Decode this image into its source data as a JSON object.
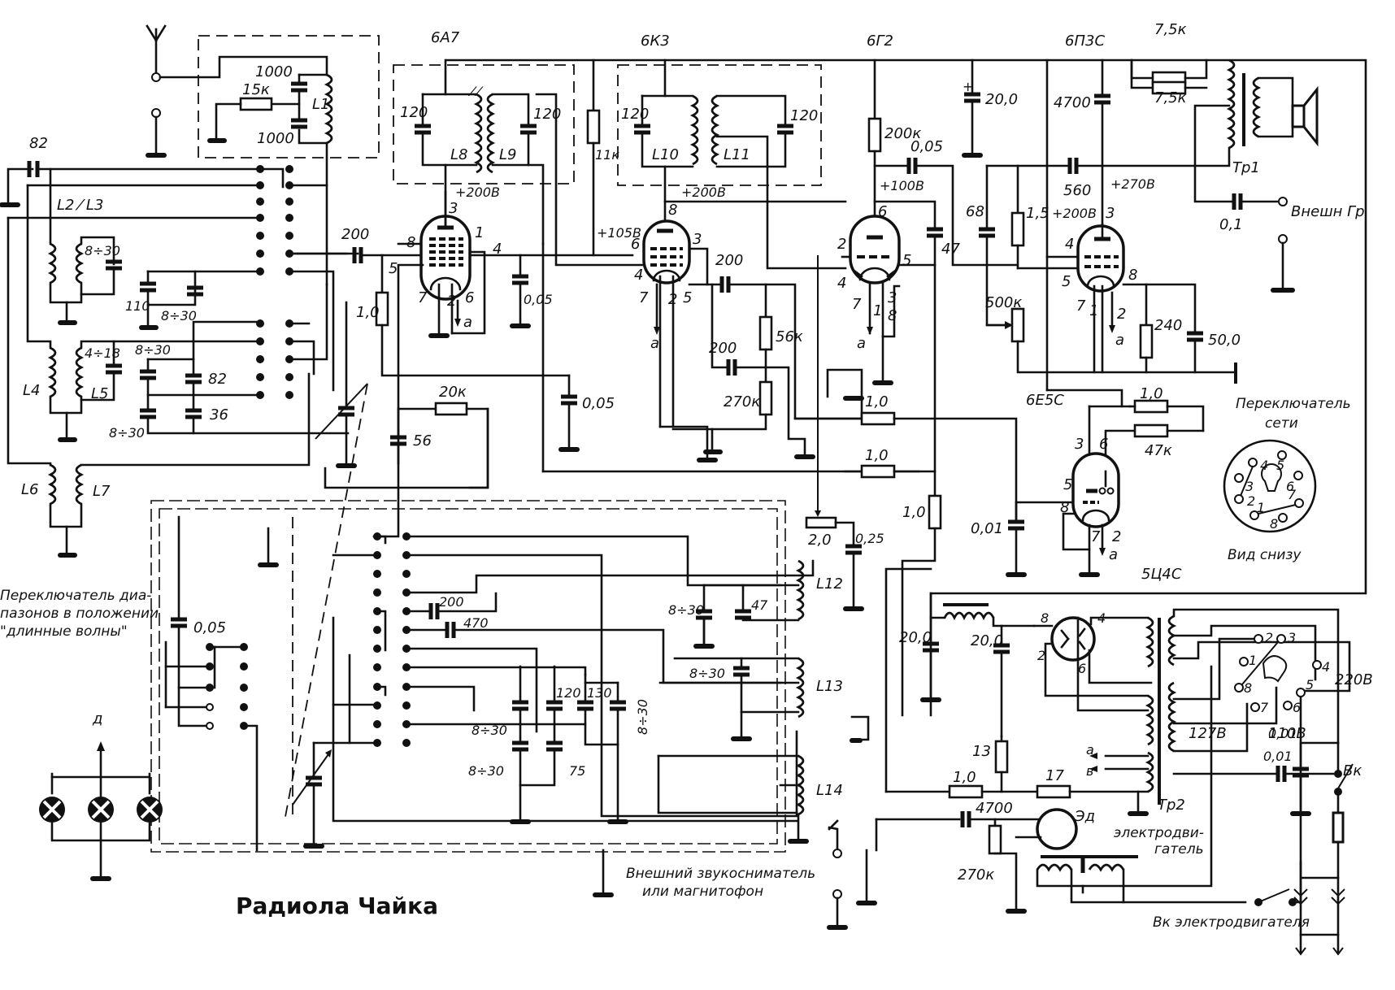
{
  "title": "Радиола Чайка",
  "tubes": [
    {
      "id": "V1",
      "type": "6А7",
      "printed_label": "6А7"
    },
    {
      "id": "V2",
      "type": "6К3",
      "printed_label": "6К3"
    },
    {
      "id": "V3",
      "type": "6Г2",
      "printed_label": "6Г2"
    },
    {
      "id": "V4",
      "type": "6П3С",
      "printed_label": "6П3С"
    },
    {
      "id": "V5",
      "type": "6Е5С",
      "printed_label": "6Е5С"
    },
    {
      "id": "V6",
      "type": "5Ц4С",
      "printed_label": "5Ц4С"
    }
  ],
  "coils": [
    "L1",
    "L2",
    "L3",
    "L4",
    "L5",
    "L6",
    "L7",
    "L8",
    "L9",
    "L10",
    "L11",
    "L12",
    "L13",
    "L14"
  ],
  "transformers": [
    "Тр1",
    "Тр2"
  ],
  "voltages": [
    "+200В",
    "+200В",
    "+105В",
    "+100В",
    "+270В",
    "+200В"
  ],
  "component_values": {
    "input": {
      "c_aerial": "1000",
      "c_aerial2": "1000",
      "r_aerial": "15к",
      "c82": "82",
      "c200_in": "200"
    },
    "rf_trimmers": {
      "t1": "8÷30",
      "t2": "8÷30",
      "t3": "4÷18",
      "t4": "8÷30",
      "t5": "8÷30",
      "c110": "110",
      "c82": "82",
      "c36": "36"
    },
    "mixer": {
      "r_grid": "1,0",
      "r20k": "20к",
      "c56": "56",
      "c005a": "0,05",
      "c005b": "0,05",
      "r11k": "11к"
    },
    "if1": {
      "c1": "120",
      "c2": "120"
    },
    "if2": {
      "c1": "120",
      "c2": "120"
    },
    "detector": {
      "c200a": "200",
      "c200b": "200",
      "r56k": "56к",
      "r270k": "270к",
      "r200k": "200к",
      "c005": "0,05",
      "c47": "47",
      "r1a": "1,0",
      "r1b": "1,0",
      "r1c": "1,0",
      "vol": "2,0",
      "c025": "0,25"
    },
    "output": {
      "c20": "20,0",
      "c4700": "4700",
      "r75a": "7,5к",
      "r75b": "7,5к",
      "c68": "68",
      "r15": "1,5",
      "c560": "560",
      "pot": "500к",
      "r240": "240",
      "c50": "50,0",
      "c01": "0,1",
      "ext": "Внешн Гр"
    },
    "indicator": {
      "r1": "1,0",
      "r47k": "47к",
      "c001": "0,01"
    },
    "lw_block": {
      "c200": "200",
      "c470": "470",
      "t1": "8÷30",
      "t2": "8÷30",
      "t3": "8÷30",
      "t4": "8÷30",
      "t5": "8÷30",
      "c120": "120",
      "c130": "130",
      "c75": "75",
      "c47": "47",
      "c005": "0,05"
    },
    "power": {
      "c20a": "20,0",
      "c20b": "20,0",
      "r13": "13",
      "r17": "17",
      "r1": "1,0",
      "c4700": "4700",
      "r270k": "270к",
      "c001a": "0,01",
      "c001b": "0,01",
      "v220": "220В",
      "v127": "127В",
      "v110": "110В",
      "sw": "Вк",
      "motor_label": "Эд"
    }
  },
  "notes": {
    "band_switch": "Переключатель диапазонов в положении \"длинные волны\"",
    "band_switch_l1": "Переключатель диа-",
    "band_switch_l2": "пазонов в положении",
    "band_switch_l3": "\"длинные волны\"",
    "mains_switch_l1": "Переключатель",
    "mains_switch_l2": "сети",
    "mains_view": "Вид снизу",
    "pickup_l1": "Внешний звукосниматель",
    "pickup_l2": "или магнитофон",
    "motor_l1": "электродви-",
    "motor_l2": "гатель",
    "motor_switch": "Вк электродвигателя",
    "pilot": "д",
    "tr2_a": "а",
    "tr2_b": "в"
  },
  "pin_numbers": {
    "v1": [
      "3",
      "8",
      "1",
      "4",
      "5",
      "7",
      "2",
      "6",
      "а"
    ],
    "v2": [
      "8",
      "6",
      "3",
      "4",
      "7",
      "2",
      "5",
      "а"
    ],
    "v3": [
      "6",
      "2",
      "5",
      "4",
      "7",
      "1",
      "3",
      "8",
      "а"
    ],
    "v4": [
      "3",
      "4",
      "5",
      "8",
      "7",
      "1",
      "2",
      "а"
    ],
    "v5": [
      "3",
      "6",
      "5",
      "8",
      "7",
      "2",
      "а"
    ],
    "v6": [
      "8",
      "4",
      "2",
      "6"
    ],
    "mains": [
      "1",
      "2",
      "3",
      "4",
      "5",
      "6",
      "7",
      "8"
    ]
  }
}
